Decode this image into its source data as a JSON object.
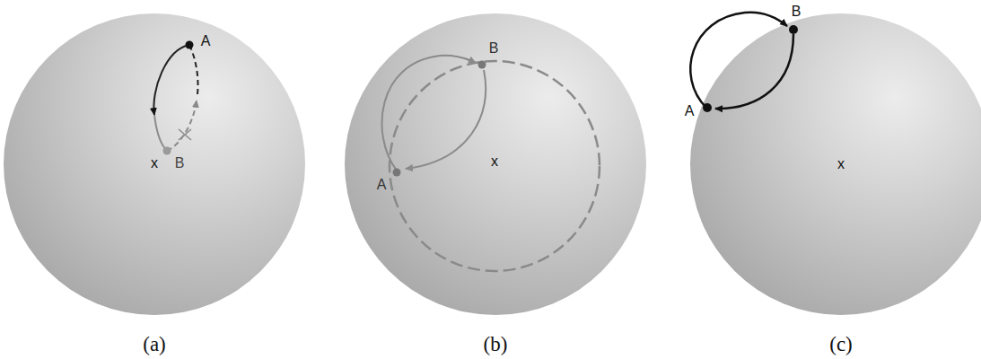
{
  "diagram": {
    "labels": [
      "A",
      "B",
      "x",
      "(a)",
      "B",
      "A",
      "x",
      "(b)",
      "B",
      "A",
      "x",
      "(c)"
    ]
  }
}
